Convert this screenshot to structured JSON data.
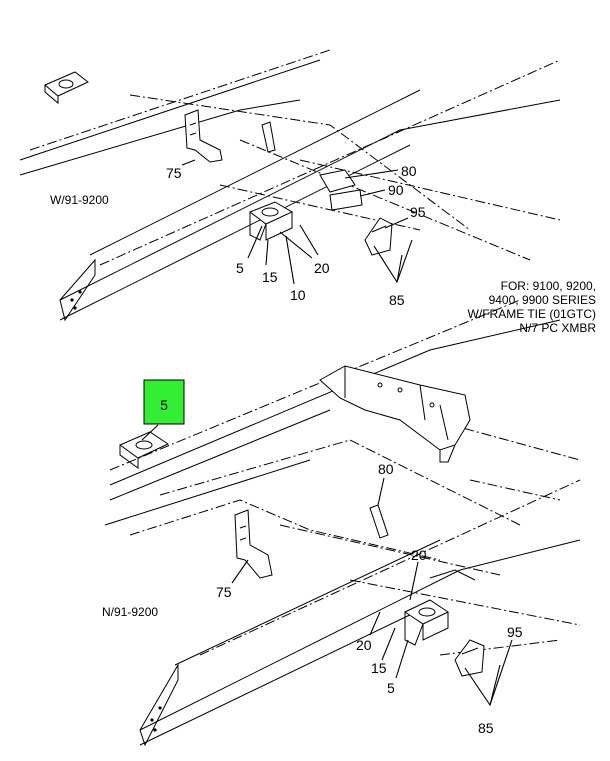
{
  "top_view": {
    "view_label": "W/91-9200",
    "callouts": [
      "75",
      "80",
      "90",
      "95",
      "5",
      "15",
      "10",
      "20",
      "85"
    ]
  },
  "note": {
    "lines": [
      "FOR: 9100, 9200,",
      "9400, 9900 SERIES",
      "W/FRAME TIE (01GTC)",
      "N/7 PC XMBR"
    ]
  },
  "bottom_view": {
    "view_label": "N/91-9200",
    "highlighted_callout": "5",
    "highlight_color": "#33ee33",
    "callouts": [
      "80",
      "75",
      "20",
      "20",
      "15",
      "5",
      "95",
      "85"
    ]
  }
}
